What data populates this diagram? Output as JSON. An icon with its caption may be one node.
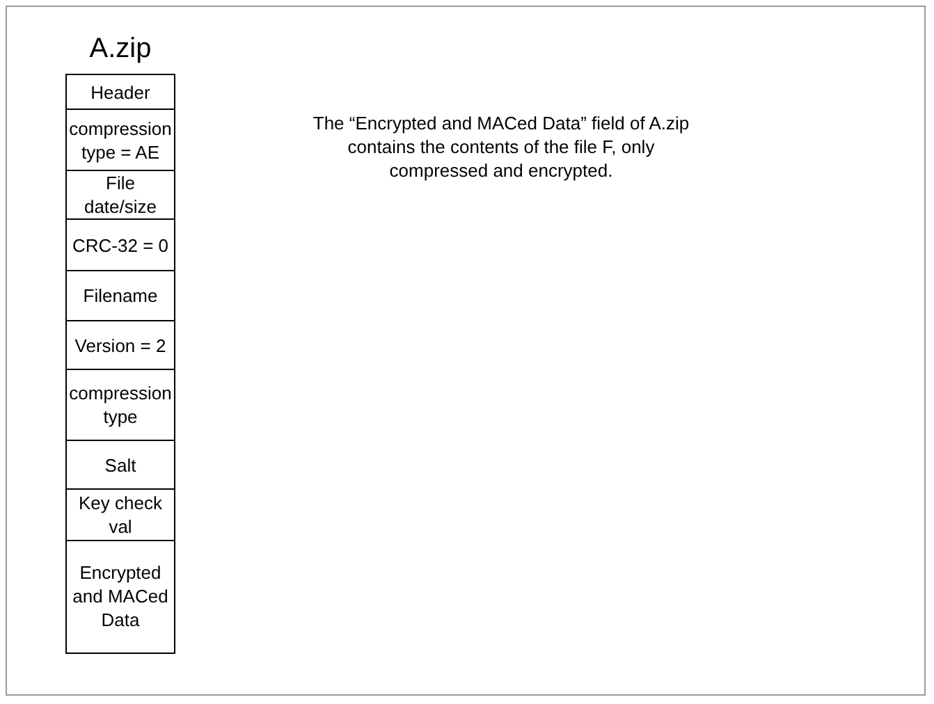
{
  "diagram": {
    "nodes": [
      {
        "text": [
          "A.zip"
        ]
      },
      {
        "text": [
          "Header"
        ],
        "in": 0
      },
      {
        "text": [
          "compression type = AE"
        ],
        "in": 0
      },
      {
        "text": [
          "File date/size"
        ],
        "in": 0
      },
      {
        "text": [
          "CRC-32 = 0"
        ],
        "in": 0
      },
      {
        "text": [
          "Filename"
        ],
        "in": 0
      },
      {
        "text": [
          "Version = 2"
        ],
        "in": 0
      },
      {
        "text": [
          "compression type"
        ],
        "in": 0
      },
      {
        "text": [
          "Salt"
        ],
        "in": 0
      },
      {
        "text": [
          "Key check val"
        ],
        "in": 0
      },
      {
        "text": [
          "Encrypted and MACed Data"
        ],
        "in": 0
      }
    ],
    "edges": [],
    "labels": [
      "The “Encrypted and MACed Data” field of A.zip contains the contents of the file F, only compressed and encrypted."
    ]
  }
}
